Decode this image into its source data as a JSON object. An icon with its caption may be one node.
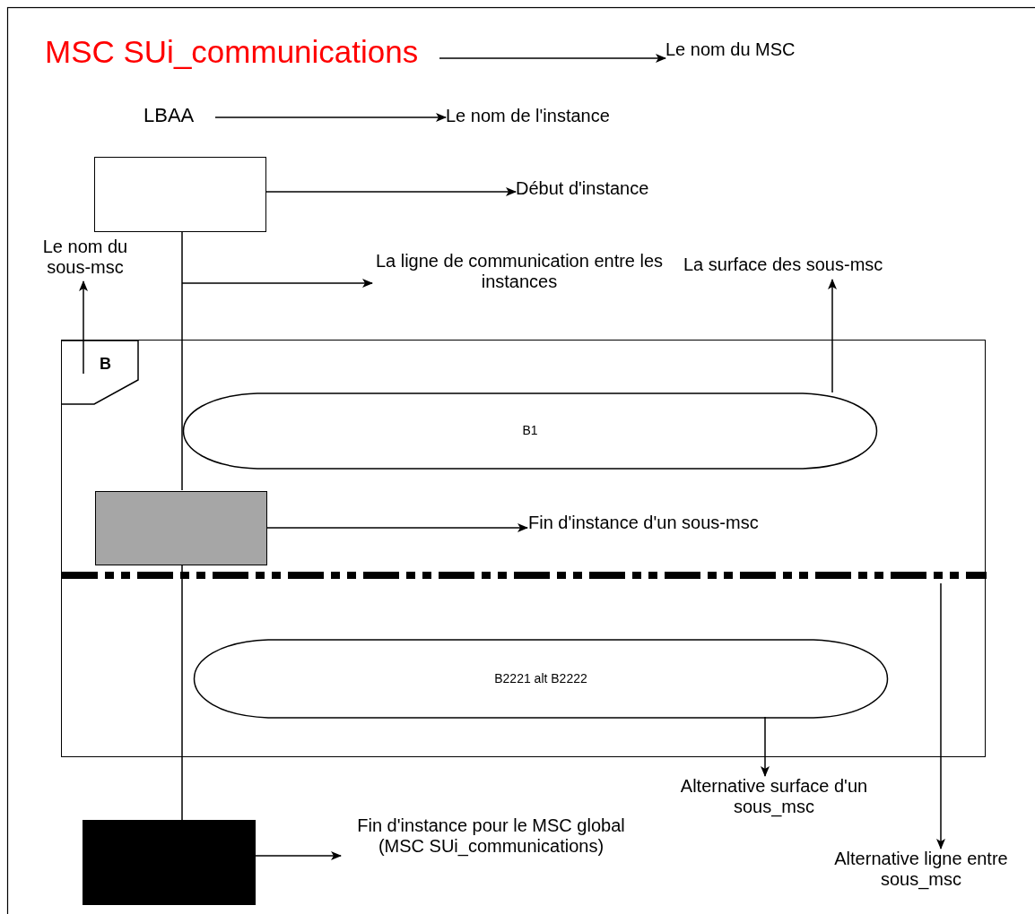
{
  "diagram": {
    "nodes": [
      {
        "text": [
          "MSC SUi_communications"
        ]
      },
      {
        "text": [
          "Le nom du MSC"
        ]
      },
      {
        "text": [
          "LBAA"
        ]
      },
      {
        "text": [
          "Le nom de l'instance"
        ]
      },
      {
        "text": [],
        "shape": "box"
      },
      {
        "text": [
          "Début d'instance"
        ]
      },
      {
        "text": [
          "Le nom du sous-msc"
        ]
      },
      {
        "text": [
          "La ligne de communication entre les instances"
        ]
      },
      {
        "text": [
          "La surface des sous-msc"
        ]
      },
      {
        "text": [
          "B"
        ]
      },
      {
        "text": [
          "B1"
        ],
        "in": 9
      },
      {
        "text": [],
        "shape": "box",
        "in": 9
      },
      {
        "text": [
          "Fin d'instance d'un sous-msc"
        ],
        "in": 9
      },
      {
        "text": [],
        "shape": "bar",
        "in": 9
      },
      {
        "text": [
          "B2221 alt B2222"
        ],
        "in": 9
      },
      {
        "text": [
          "Alternative surface d'un sous_msc"
        ]
      },
      {
        "text": [
          "Alternative ligne entre sous_msc"
        ]
      },
      {
        "text": [],
        "shape": "box"
      },
      {
        "text": [
          "Fin d'instance pour le MSC global (MSC SUi_communications)"
        ]
      }
    ],
    "edges": [
      {
        "from": 0,
        "to": 1,
        "arrow": "to"
      },
      {
        "from": 2,
        "to": 3,
        "arrow": "to"
      },
      {
        "from": 4,
        "to": 5,
        "arrow": "to"
      },
      {
        "from": 4,
        "to": 11,
        "arrow": "none"
      },
      {
        "from": null,
        "to": 7,
        "arrow": "to"
      },
      {
        "from": 9,
        "to": 6,
        "arrow": "to"
      },
      {
        "from": 10,
        "to": 8,
        "arrow": "to"
      },
      {
        "from": 11,
        "to": 12,
        "arrow": "to"
      },
      {
        "from": 11,
        "to": 17,
        "arrow": "none"
      },
      {
        "from": 14,
        "to": 15,
        "arrow": "to"
      },
      {
        "from": 13,
        "to": 16,
        "arrow": "to"
      },
      {
        "from": 17,
        "to": 18,
        "arrow": "to"
      }
    ]
  }
}
